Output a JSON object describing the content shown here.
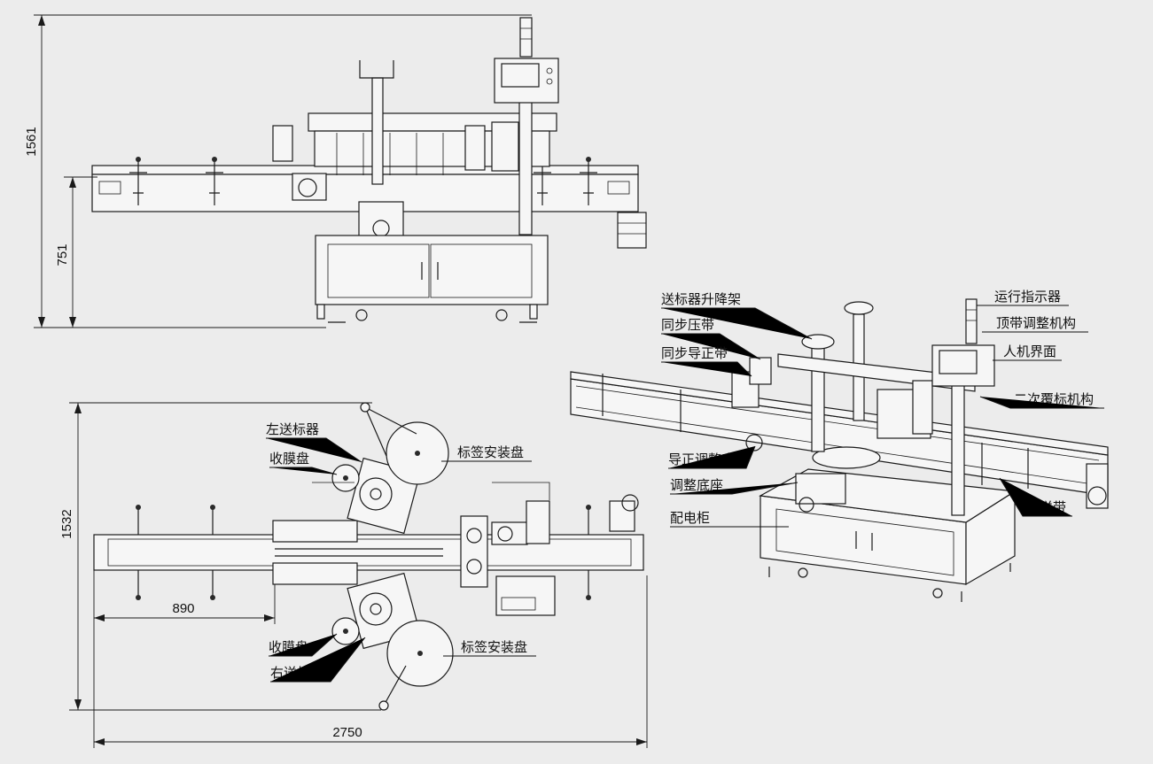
{
  "dimensions": {
    "front_height": "1561",
    "front_table_height": "751",
    "top_width": "1532",
    "top_offset": "890",
    "top_length": "2750"
  },
  "top_view_labels": {
    "left_feeder": "左送标器",
    "take_up_reel_top": "收膜盘",
    "label_reel_top": "标签安装盘",
    "take_up_reel_bottom": "收膜盘",
    "right_feeder": "右送标器",
    "label_reel_bottom": "标签安装盘"
  },
  "iso_view_labels": {
    "feeder_lift_frame": "送标器升降架",
    "sync_press_belt": "同步压带",
    "sync_guide_belt": "同步导正带",
    "run_indicator": "运行指示器",
    "top_belt_adjust": "顶带调整机构",
    "hmi": "人机界面",
    "secondary_labeling": "二次覆标机构",
    "guide_adjust_seat": "导正调整座",
    "adjust_base": "调整底座",
    "electrical_cabinet": "配电柜",
    "conveyor_belt": "输送带"
  }
}
